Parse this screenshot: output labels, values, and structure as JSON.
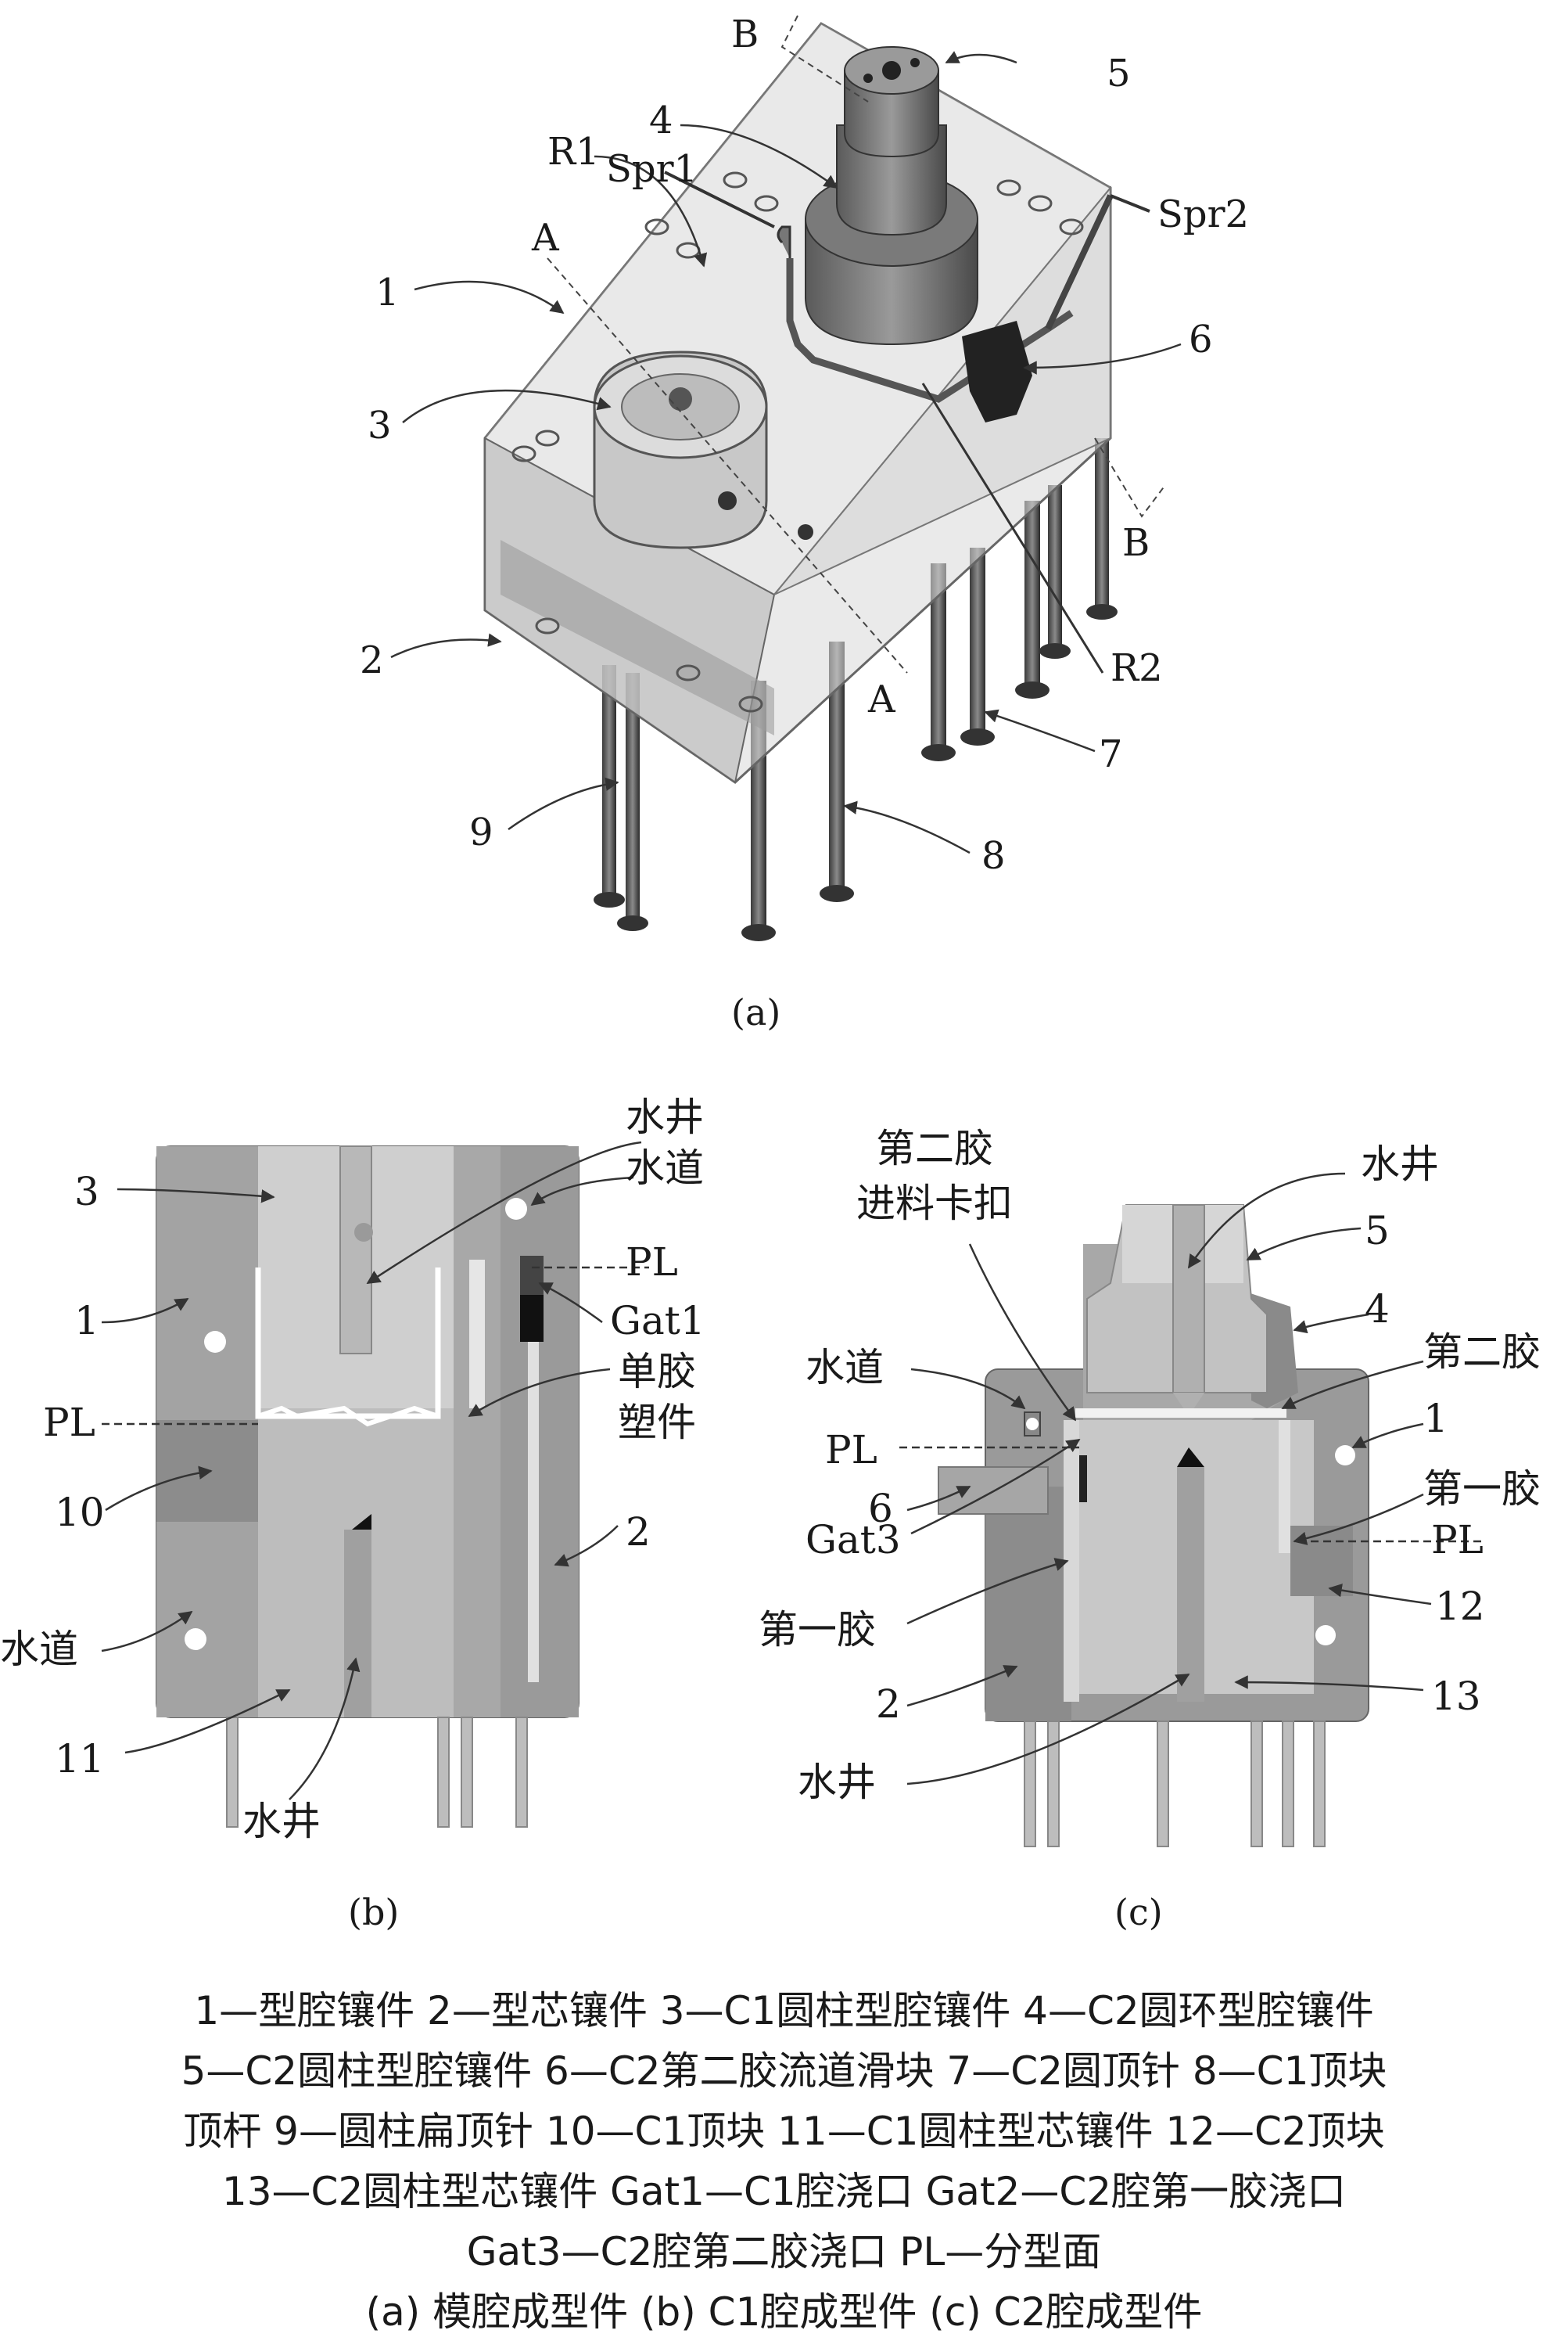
{
  "panel_a": {
    "caption": "(a)",
    "labels": {
      "B_top": "B",
      "n5": "5",
      "n4": "4",
      "R1": "R1",
      "Spr1": "Spr1",
      "Spr2": "Spr2",
      "A_top": "A",
      "n1": "1",
      "n6": "6",
      "n3": "3",
      "B_right": "B",
      "n2": "2",
      "R2": "R2",
      "A_bottom": "A",
      "n7": "7",
      "n9": "9",
      "n8": "8"
    }
  },
  "panel_b": {
    "caption": "(b)",
    "labels": {
      "shuijing_top": "水井",
      "shuidao_top": "水道",
      "n3": "3",
      "PL_right": "PL",
      "n1": "1",
      "Gat1": "Gat1",
      "danjiao_1": "单胶",
      "danjiao_2": "塑件",
      "PL_left": "PL",
      "n10": "10",
      "n2": "2",
      "shuidao_left": "水道",
      "n11": "11",
      "shuijing_bottom": "水井"
    }
  },
  "panel_c": {
    "caption": "(c)",
    "labels": {
      "dierjiao_feed_1": "第二胶",
      "dierjiao_feed_2": "进料卡扣",
      "shuijing_top": "水井",
      "n5": "5",
      "n4": "4",
      "dierjiao": "第二胶",
      "shuidao": "水道",
      "n1": "1",
      "PL_left": "PL",
      "n6": "6",
      "diyijiao_right": "第一胶",
      "PL_right": "PL",
      "Gat3": "Gat3",
      "n12": "12",
      "diyijiao_left": "第一胶",
      "n2": "2",
      "n13": "13",
      "shuijing_bottom": "水井"
    }
  },
  "legend": {
    "line1": "1—型腔镶件    2—型芯镶件    3—C1圆柱型腔镶件    4—C2圆环型腔镶件",
    "line2": "5—C2圆柱型腔镶件    6—C2第二胶流道滑块    7—C2圆顶针    8—C1顶块",
    "line3": "顶杆    9—圆柱扁顶针    10—C1顶块    11—C1圆柱型芯镶件    12—C2顶块",
    "line4": "13—C2圆柱型芯镶件    Gat1—C1腔浇口    Gat2—C2腔第一胶浇口",
    "line5": "Gat3—C2腔第二胶浇口  PL—分型面",
    "line6": "(a) 模腔成型件    (b) C1腔成型件    (c) C2腔成型件"
  }
}
